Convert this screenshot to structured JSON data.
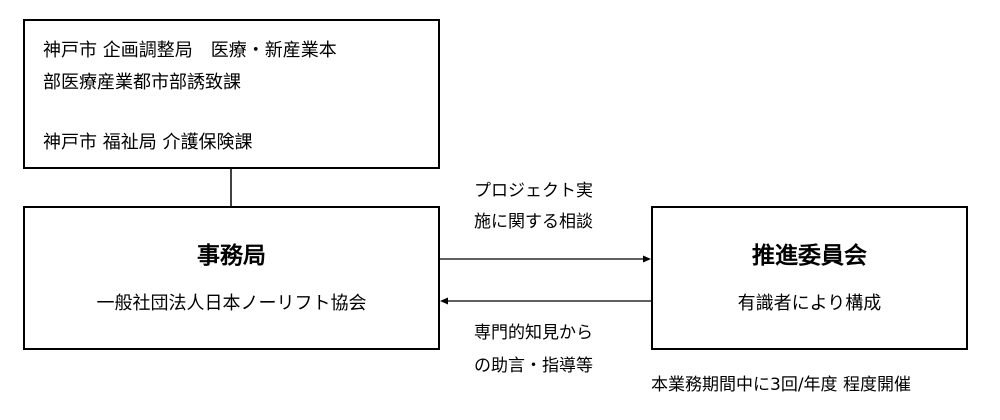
{
  "city_box": {
    "lines": [
      "神戸市 企画調整局　医療・新産業本",
      "部医療産業都市部誘致課",
      "神戸市 福祉局 介護保険課"
    ]
  },
  "secretariat": {
    "title": "事務局",
    "subtitle": "一般社団法人日本ノーリフト協会"
  },
  "committee": {
    "title": "推進委員会",
    "subtitle": "有識者により構成",
    "note": "本業務期間中に3回/年度 程度開催"
  },
  "arrow_to_committee": {
    "lines": [
      "プロジェクト実",
      "施に関する相談"
    ]
  },
  "arrow_to_secretariat": {
    "lines": [
      "専門的知見から",
      "の助言・指導等"
    ]
  }
}
